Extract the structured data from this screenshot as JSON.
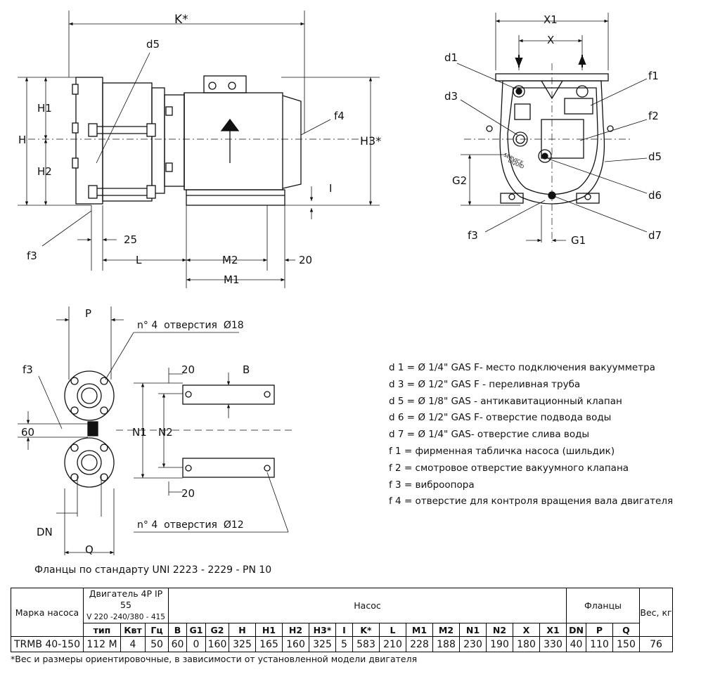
{
  "top_left_labels": {
    "k_star": "K*",
    "d5": "d5",
    "h1": "H1",
    "h": "H",
    "h2": "H2",
    "f3": "f3",
    "f4": "f4",
    "h3_star": "H3*",
    "i": "I",
    "dim_25": "25",
    "l": "L",
    "m2": "M2",
    "dim_20": "20",
    "m1": "M1"
  },
  "top_right_labels": {
    "x1": "X1",
    "x": "X",
    "d1": "d1",
    "f1": "f1",
    "d3": "d3",
    "f2": "f2",
    "d5": "d5",
    "g2": "G2",
    "d6": "d6",
    "f3": "f3",
    "g1": "G1",
    "d7": "d7",
    "service": "SERVICE",
    "liquid": "LIQUID"
  },
  "bottom_left_labels": {
    "p": "P",
    "holes18": "n° 4  отверстия  Ø18",
    "f3": "f3",
    "dim_20a": "20",
    "b": "B",
    "dim_60": "60",
    "n1": "N1",
    "n2": "N2",
    "dim_20b": "20",
    "dn": "DN",
    "holes12": "n° 4  отверстия  Ø12",
    "q": "Q"
  },
  "legend": [
    {
      "code": "d 1",
      "text": "=  Ø 1/4\" GAS F- место подключения вакуумметра"
    },
    {
      "code": "d 3",
      "text": "=  Ø 1/2\" GAS F -  переливная труба"
    },
    {
      "code": "d 5",
      "text": "=  Ø 1/8\" GAS - антикавитационный клапан"
    },
    {
      "code": "d 6",
      "text": "=  Ø 1/2\" GAS F- отверстие подвода воды"
    },
    {
      "code": "d 7",
      "text": "=  Ø 1/4\" GAS- отверстие слива воды"
    },
    {
      "code": "f 1",
      "text": "=  фирменная табличка насоса (шильдик)"
    },
    {
      "code": "f 2",
      "text": "=  смотровое отверстие вакуумного клапана"
    },
    {
      "code": "f 3",
      "text": "=  виброопора"
    },
    {
      "code": "f 4",
      "text": "=  отверстие для контроля вращения вала двигателя"
    }
  ],
  "caption": "Фланцы по стандарту UNI 2223 - 2229 - PN 10",
  "table": {
    "brand_header": "Марка насоса",
    "motor_header": "Двигатель 4P IP 55",
    "motor_voltage": "V 220 -240/380 - 415",
    "pump_header": "Насос",
    "flanges_header": "Фланцы",
    "weight_header": "Вес, кг",
    "motor_cols": [
      "тип",
      "Квт",
      "Гц"
    ],
    "pump_cols": [
      "B",
      "G1",
      "G2",
      "H",
      "H1",
      "H2",
      "H3*",
      "I",
      "K*",
      "L",
      "M1",
      "M2",
      "N1",
      "N2",
      "X",
      "X1"
    ],
    "flange_cols": [
      "DN",
      "P",
      "Q"
    ],
    "row": {
      "brand": "TRMB 40-150",
      "motor": [
        "112 M",
        "4",
        "50"
      ],
      "pump": [
        "60",
        "0",
        "160",
        "325",
        "165",
        "160",
        "325",
        "5",
        "583",
        "210",
        "228",
        "188",
        "230",
        "190",
        "180",
        "330"
      ],
      "flanges": [
        "40",
        "110",
        "150"
      ],
      "weight": "76"
    }
  },
  "footnote": "*Вес и размеры ориентировочные,  в зависимости от установленной модели двигателя"
}
